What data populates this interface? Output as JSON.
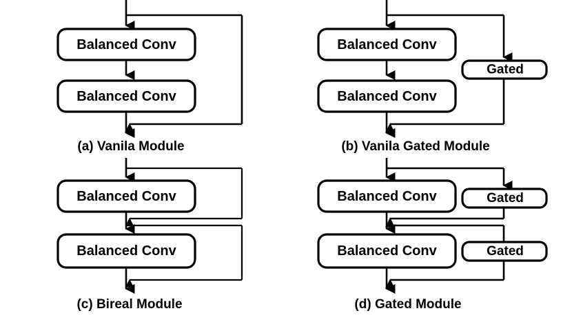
{
  "figure": {
    "background_color": "#ffffff",
    "stroke_color": "#000000",
    "box_fill_color": "#ffffff",
    "node_label": "Balanced Conv",
    "gate_label": "Gated"
  },
  "panels": [
    {
      "id": "a",
      "caption": "(a) Vanila Module",
      "blocks": [
        "Balanced Conv",
        "Balanced Conv"
      ],
      "gates": [],
      "skip_connections": 1
    },
    {
      "id": "b",
      "caption": "(b) Vanila Gated Module",
      "blocks": [
        "Balanced Conv",
        "Balanced Conv"
      ],
      "gates": [
        "Gated"
      ],
      "skip_connections": 1
    },
    {
      "id": "c",
      "caption": "(c) Bireal Module",
      "blocks": [
        "Balanced Conv",
        "Balanced Conv"
      ],
      "gates": [],
      "skip_connections": 2
    },
    {
      "id": "d",
      "caption": "(d) Gated Module",
      "blocks": [
        "Balanced Conv",
        "Balanced Conv"
      ],
      "gates": [
        "Gated",
        "Gated"
      ],
      "skip_connections": 2
    }
  ],
  "labels": {
    "panel_a_block_1": "Balanced Conv",
    "panel_a_block_2": "Balanced Conv",
    "panel_a_caption": "(a) Vanila Module",
    "panel_b_block_1": "Balanced Conv",
    "panel_b_block_2": "Balanced Conv",
    "panel_b_gate_1": "Gated",
    "panel_b_caption": "(b) Vanila Gated Module",
    "panel_c_block_1": "Balanced Conv",
    "panel_c_block_2": "Balanced Conv",
    "panel_c_caption": "(c) Bireal Module",
    "panel_d_block_1": "Balanced Conv",
    "panel_d_block_2": "Balanced Conv",
    "panel_d_gate_1": "Gated",
    "panel_d_gate_2": "Gated",
    "panel_d_caption": "(d) Gated Module"
  }
}
